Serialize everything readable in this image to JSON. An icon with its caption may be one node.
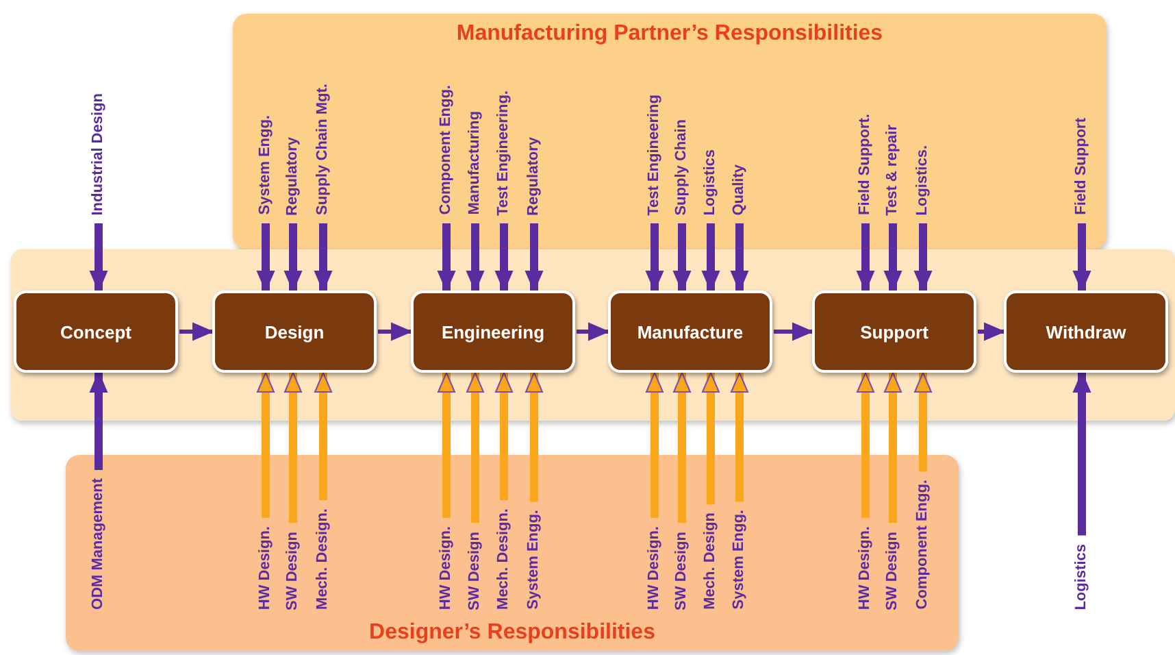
{
  "diagram": {
    "nodes": [
      {
        "text": [
          "Manufacturing Partner’s Responsibilities"
        ]
      },
      {
        "text": [
          "Industrial Design"
        ]
      },
      {
        "text": [
          "System Engg."
        ],
        "in": 0
      },
      {
        "text": [
          "Regulatory"
        ],
        "in": 0
      },
      {
        "text": [
          "Supply Chain Mgt."
        ],
        "in": 0
      },
      {
        "text": [
          "Component Engg."
        ],
        "in": 0
      },
      {
        "text": [
          "Manufacturing"
        ],
        "in": 0
      },
      {
        "text": [
          "Test Engineering."
        ],
        "in": 0
      },
      {
        "text": [
          "Regulatory"
        ],
        "in": 0
      },
      {
        "text": [
          "Test Engineering"
        ],
        "in": 0
      },
      {
        "text": [
          "Supply Chain"
        ],
        "in": 0
      },
      {
        "text": [
          "Logistics"
        ],
        "in": 0
      },
      {
        "text": [
          "Quality"
        ],
        "in": 0
      },
      {
        "text": [
          "Field Support."
        ],
        "in": 0
      },
      {
        "text": [
          "Test & repair"
        ],
        "in": 0
      },
      {
        "text": [
          "Logistics."
        ],
        "in": 0
      },
      {
        "text": [
          "Field Support"
        ],
        "in": 0
      },
      {
        "text": [],
        "shape": "box"
      },
      {
        "text": [
          "Concept"
        ],
        "in": 17
      },
      {
        "text": [
          "Design"
        ],
        "in": 17
      },
      {
        "text": [
          "Engineering"
        ],
        "in": 17
      },
      {
        "text": [
          "Manufacture"
        ],
        "in": 17
      },
      {
        "text": [
          "Support"
        ],
        "in": 17
      },
      {
        "text": [
          "Withdraw"
        ],
        "in": 17
      },
      {
        "text": [
          "Designer’s Responsibilities"
        ]
      },
      {
        "text": [
          "ODM Management"
        ],
        "in": 24
      },
      {
        "text": [
          "HW Design."
        ],
        "in": 24
      },
      {
        "text": [
          "SW Design"
        ],
        "in": 24
      },
      {
        "text": [
          "Mech. Design."
        ],
        "in": 24
      },
      {
        "text": [
          "HW Design."
        ],
        "in": 24
      },
      {
        "text": [
          "SW Design"
        ],
        "in": 24
      },
      {
        "text": [
          "Mech. Design."
        ],
        "in": 24
      },
      {
        "text": [
          "System Engg."
        ],
        "in": 24
      },
      {
        "text": [
          "HW Design."
        ],
        "in": 24
      },
      {
        "text": [
          "SW Design"
        ],
        "in": 24
      },
      {
        "text": [
          "Mech. Design"
        ],
        "in": 24
      },
      {
        "text": [
          "System Engg."
        ],
        "in": 24
      },
      {
        "text": [
          "HW Design."
        ],
        "in": 24
      },
      {
        "text": [
          "SW Design"
        ],
        "in": 24
      },
      {
        "text": [
          "Component Engg."
        ],
        "in": 24
      },
      {
        "text": [
          "Logistics"
        ]
      }
    ],
    "edges": [
      {
        "from": 1,
        "to": 18,
        "arrow": "to"
      },
      {
        "from": 2,
        "to": 19,
        "arrow": "to"
      },
      {
        "from": 3,
        "to": 19,
        "arrow": "to"
      },
      {
        "from": 4,
        "to": 19,
        "arrow": "to"
      },
      {
        "from": 5,
        "to": 20,
        "arrow": "to"
      },
      {
        "from": 6,
        "to": 20,
        "arrow": "to"
      },
      {
        "from": 7,
        "to": 20,
        "arrow": "to"
      },
      {
        "from": 8,
        "to": 20,
        "arrow": "to"
      },
      {
        "from": 9,
        "to": 21,
        "arrow": "to"
      },
      {
        "from": 10,
        "to": 21,
        "arrow": "to"
      },
      {
        "from": 11,
        "to": 21,
        "arrow": "to"
      },
      {
        "from": 12,
        "to": 21,
        "arrow": "to"
      },
      {
        "from": 13,
        "to": 22,
        "arrow": "to"
      },
      {
        "from": 14,
        "to": 22,
        "arrow": "to"
      },
      {
        "from": 15,
        "to": 22,
        "arrow": "to"
      },
      {
        "from": 16,
        "to": 23,
        "arrow": "to"
      },
      {
        "from": 18,
        "to": 19,
        "arrow": "to"
      },
      {
        "from": 19,
        "to": 20,
        "arrow": "to"
      },
      {
        "from": 20,
        "to": 21,
        "arrow": "to"
      },
      {
        "from": 21,
        "to": 22,
        "arrow": "to"
      },
      {
        "from": 22,
        "to": 23,
        "arrow": "to"
      },
      {
        "from": 25,
        "to": 18,
        "arrow": "to"
      },
      {
        "from": 26,
        "to": 19,
        "arrow": "to",
        "color": "#f9a61a"
      },
      {
        "from": 27,
        "to": 19,
        "arrow": "to",
        "color": "#f9a61a"
      },
      {
        "from": 28,
        "to": 19,
        "arrow": "to",
        "color": "#f9a61a"
      },
      {
        "from": 29,
        "to": 20,
        "arrow": "to",
        "color": "#f9a61a"
      },
      {
        "from": 30,
        "to": 20,
        "arrow": "to",
        "color": "#f9a61a"
      },
      {
        "from": 31,
        "to": 20,
        "arrow": "to",
        "color": "#f9a61a"
      },
      {
        "from": 32,
        "to": 20,
        "arrow": "to",
        "color": "#f9a61a"
      },
      {
        "from": 33,
        "to": 21,
        "arrow": "to",
        "color": "#f9a61a"
      },
      {
        "from": 34,
        "to": 21,
        "arrow": "to",
        "color": "#f9a61a"
      },
      {
        "from": 35,
        "to": 21,
        "arrow": "to",
        "color": "#f9a61a"
      },
      {
        "from": 36,
        "to": 21,
        "arrow": "to",
        "color": "#f9a61a"
      },
      {
        "from": 37,
        "to": 22,
        "arrow": "to",
        "color": "#f9a61a"
      },
      {
        "from": 38,
        "to": 22,
        "arrow": "to",
        "color": "#f9a61a"
      },
      {
        "from": 39,
        "to": 22,
        "arrow": "to",
        "color": "#f9a61a"
      },
      {
        "from": 40,
        "to": 23,
        "arrow": "to"
      }
    ]
  }
}
